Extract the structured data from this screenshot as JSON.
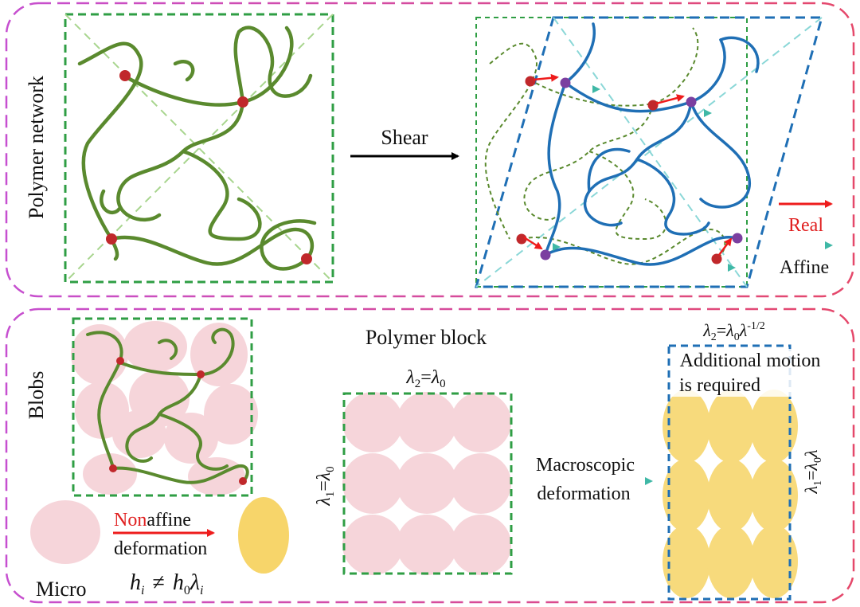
{
  "top": {
    "side_label": "Polymer network",
    "arrow_label": "Shear",
    "legend": {
      "real": "Real",
      "affine": "Affine"
    }
  },
  "bottom": {
    "side_label": "Blobs",
    "micro_label": "Micro",
    "nonaffine_prefix": "Non",
    "nonaffine_rest": "affine",
    "deformation_label": "deformation",
    "equation": {
      "h": "h",
      "i": "i",
      "neq": "≠",
      "h0": "h",
      "zero": "0",
      "lambda": "λ"
    },
    "block_title": "Polymer block",
    "lambda2_left": {
      "lhs": "λ",
      "sub": "2",
      "eq": "=",
      "rhs": "λ",
      "rsub": "0"
    },
    "lambda1_left": {
      "lhs": "λ",
      "sub": "1",
      "eq": "=",
      "rhs": "λ",
      "rsub": "0"
    },
    "macro_line1": "Macroscopic",
    "macro_line2": "deformation",
    "lambda2_right": {
      "lhs": "λ",
      "sub": "2",
      "eq": "=",
      "rhs": "λ",
      "rsub": "0",
      "tail": "λ",
      "sup": "-1/2"
    },
    "additional_line1": "Additional motion",
    "additional_line2": "is required",
    "lambda1_right": {
      "lhs": "λ",
      "sub": "1",
      "eq": "=",
      "rhs": "λ",
      "rsub": "0",
      "tail": "λ"
    }
  },
  "colors": {
    "frame_magenta": "#c64fd0",
    "frame_red": "#e5486a",
    "chain_green": "#5a8a2e",
    "box_green": "#2f9e44",
    "chain_blue": "#1f6fb5",
    "box_blue": "#1f6fb5",
    "crosslink_red": "#c0282b",
    "crosslink_purple": "#7b3fa0",
    "arrow_real": "#ee1c1c",
    "arrow_affine": "#3fb8a6",
    "blob_pink": "#f6d5da",
    "blob_yellow": "#f7d56a"
  }
}
